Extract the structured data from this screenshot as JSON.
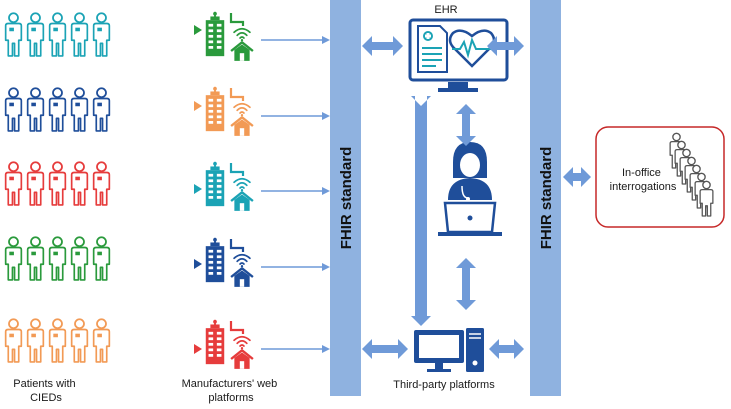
{
  "colors": {
    "teal": "#1ba3b5",
    "navy": "#1f4e9a",
    "red": "#e63c3c",
    "green": "#2a9a3c",
    "orange": "#f29a55",
    "fhir_bar": "#8fb2e0",
    "arrow": "#6f9ad8",
    "panel_border": "#c62828"
  },
  "patient_groups": [
    {
      "color": "#1ba3b5"
    },
    {
      "color": "#1f4e9a"
    },
    {
      "color": "#e63c3c"
    },
    {
      "color": "#2a9a3c"
    },
    {
      "color": "#f29a55"
    }
  ],
  "platforms": [
    {
      "color": "#2a9a3c"
    },
    {
      "color": "#f29a55"
    },
    {
      "color": "#1ba3b5"
    },
    {
      "color": "#1f4e9a"
    },
    {
      "color": "#e63c3c"
    }
  ],
  "labels": {
    "patients": [
      "Patients with",
      "CIEDs"
    ],
    "manufacturers": [
      "Manufacturers' web",
      "platforms"
    ],
    "fhir_left": "FHIR standard",
    "fhir_right": "FHIR standard",
    "ehr": "EHR",
    "third_party": "Third-party platforms",
    "in_office": [
      "In-office",
      "interrogations"
    ]
  },
  "icons": {
    "patient": "person-with-device-icon",
    "building": "office-building-icon",
    "signal": "signal-icon",
    "house": "house-icon",
    "ehr": "medical-record-monitor-icon",
    "clinician": "physician-laptop-icon",
    "computer": "desktop-computer-icon"
  }
}
